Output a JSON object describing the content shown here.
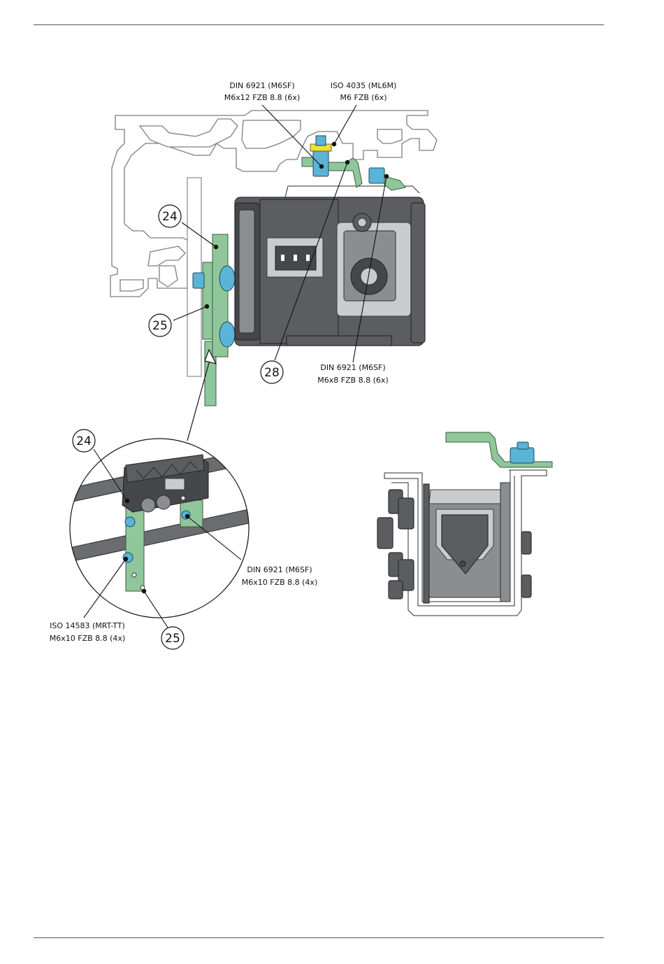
{
  "callouts": {
    "din6921_m6x12": {
      "line1": "DIN 6921 (M6SF)",
      "line2": "M6x12 FZB 8.8 (6x)"
    },
    "iso4035": {
      "line1": "ISO 4035 (ML6M)",
      "line2": "M6 FZB (6x)"
    },
    "din6921_m6x8": {
      "line1": "DIN 6921 (M6SF)",
      "line2": "M6x8 FZB 8.8 (6x)"
    },
    "din6921_m6x10": {
      "line1": "DIN 6921 (M6SF)",
      "line2": "M6x10 FZB 8.8 (4x)"
    },
    "iso14583": {
      "line1": "ISO 14583 (MRT-TT)",
      "line2": "M6x10 FZB 8.8 (4x)"
    }
  },
  "item_numbers": {
    "top_24": "24",
    "top_25": "25",
    "top_28": "28",
    "detail_24": "24",
    "detail_25": "25"
  },
  "colors": {
    "green_part": "#8fc79b",
    "blue_screw": "#5ab4d6",
    "yellow_nut": "#f1e03b",
    "housing_gray": "#5b5d60"
  }
}
